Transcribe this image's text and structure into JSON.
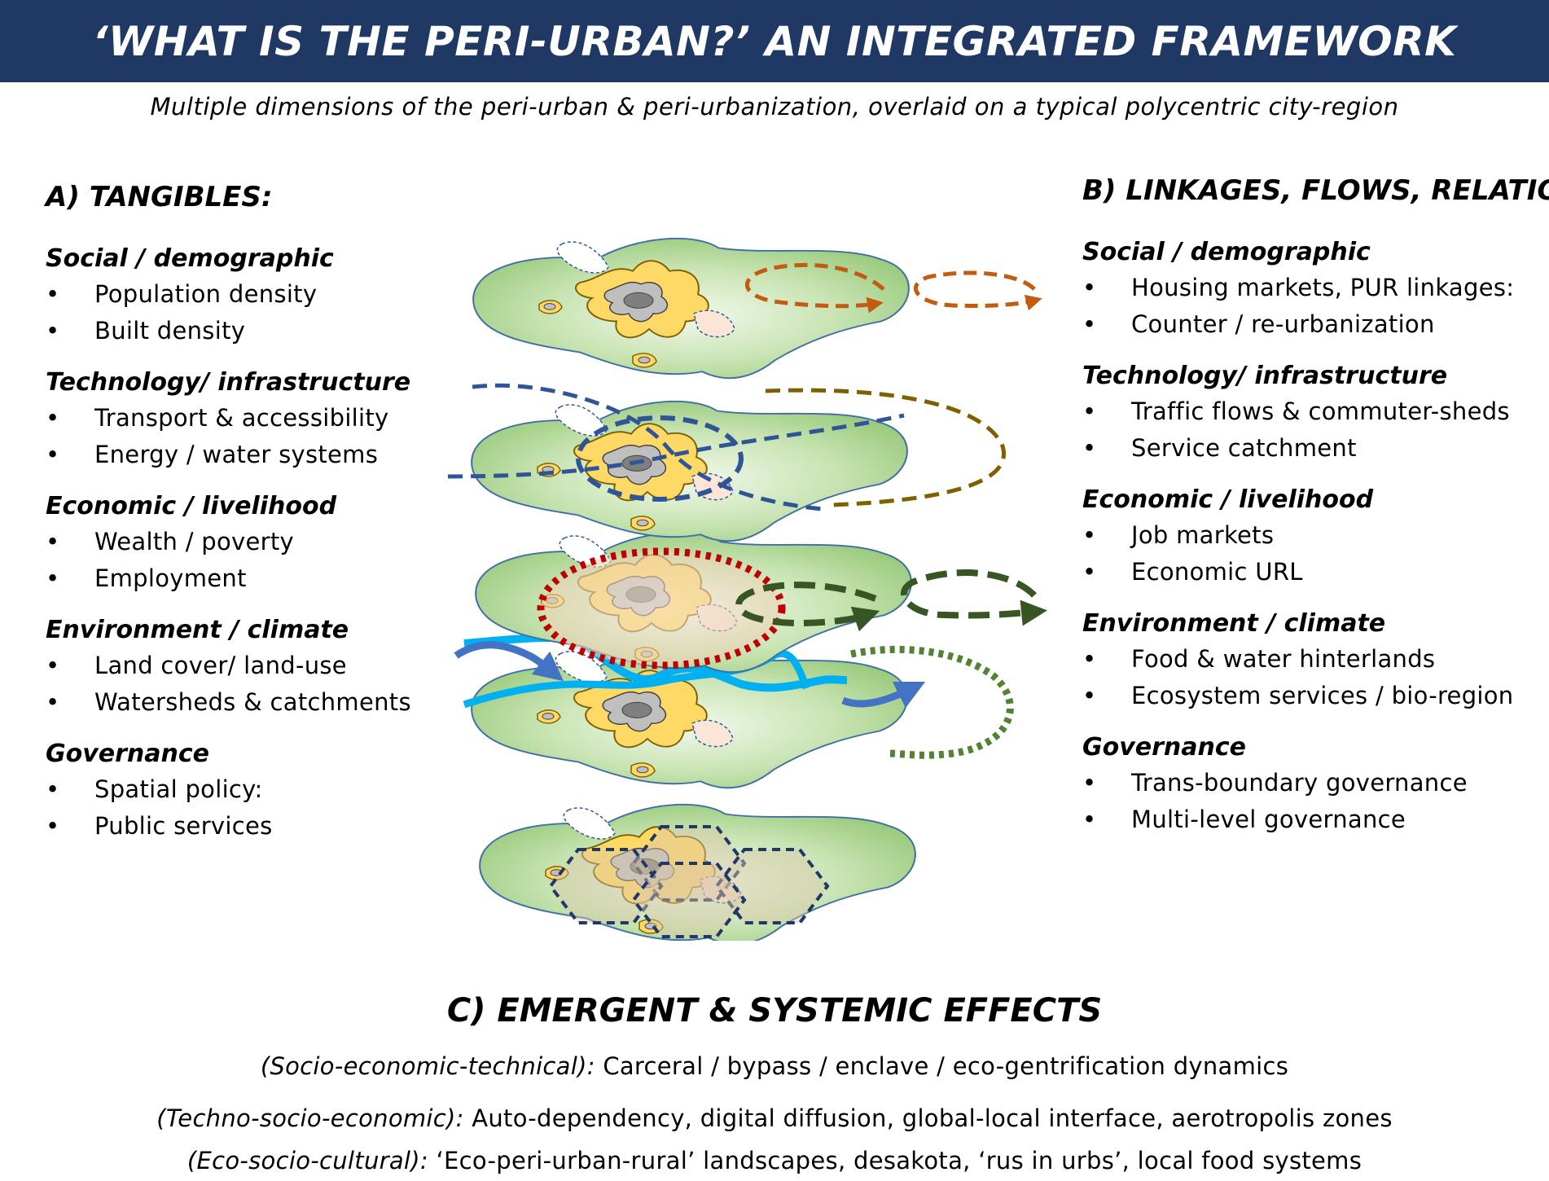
{
  "title": "‘WHAT IS THE PERI-URBAN?’ AN INTEGRATED FRAMEWORK",
  "subtitle": "Multiple dimensions of the peri-urban & peri-urbanization, overlaid on a typical polycentric city-region",
  "colors": {
    "banner": "#1f3864",
    "land": "#a9d18e",
    "urban_yellow": "#ffd966",
    "core_grey": "#bfbfbf",
    "flow_orange": "#c55a11",
    "flow_blue": "#2f5597",
    "flow_brown": "#7f6000",
    "flow_red": "#c00000",
    "flow_green": "#375623",
    "flow_lightgreen": "#548235",
    "river": "#00b0f0",
    "hex_navy": "#1f3864"
  },
  "tangibles": {
    "heading": "A) TANGIBLES:",
    "groups": [
      {
        "title": "Social / demographic",
        "items": [
          "Population density",
          "Built density"
        ]
      },
      {
        "title": "Technology/ infrastructure",
        "items": [
          "Transport & accessibility",
          "Energy / water systems"
        ]
      },
      {
        "title": "Economic / livelihood",
        "items": [
          "Wealth / poverty",
          "Employment"
        ]
      },
      {
        "title": "Environment / climate",
        "items": [
          "Land cover/ land-use",
          "Watersheds &  catchments"
        ]
      },
      {
        "title": "Governance",
        "items": [
          "Spatial policy:",
          "Public services"
        ]
      }
    ]
  },
  "linkages": {
    "heading": "B) LINKAGES, FLOWS, RELATIONS",
    "groups": [
      {
        "title": "Social / demographic",
        "items": [
          "Housing markets, PUR linkages:",
          "Counter / re-urbanization"
        ]
      },
      {
        "title": "Technology/ infrastructure",
        "items": [
          "Traffic flows & commuter-sheds",
          "Service catchment"
        ]
      },
      {
        "title": "Economic / livelihood",
        "items": [
          "Job markets",
          "Economic URL"
        ]
      },
      {
        "title": "Environment / climate",
        "items": [
          "Food & water hinterlands",
          "Ecosystem services / bio-region"
        ]
      },
      {
        "title": "Governance",
        "items": [
          "Trans-boundary governance",
          "Multi-level governance"
        ]
      }
    ]
  },
  "emergent": {
    "heading": "C) EMERGENT & SYSTEMIC EFFECTS",
    "lines": [
      {
        "label": "(Socio-economic-technical):",
        "text": "  Carceral / bypass / enclave / eco-gentrification dynamics"
      },
      {
        "label": "(Techno-socio-economic):",
        "text": " Auto-dependency, digital diffusion, global-local interface, aerotropolis zones"
      },
      {
        "label": "(Eco-socio-cultural):",
        "text": " ‘Eco-peri-urban-rural’ landscapes, desakota, ‘rus in urbs’, local food systems"
      }
    ]
  }
}
